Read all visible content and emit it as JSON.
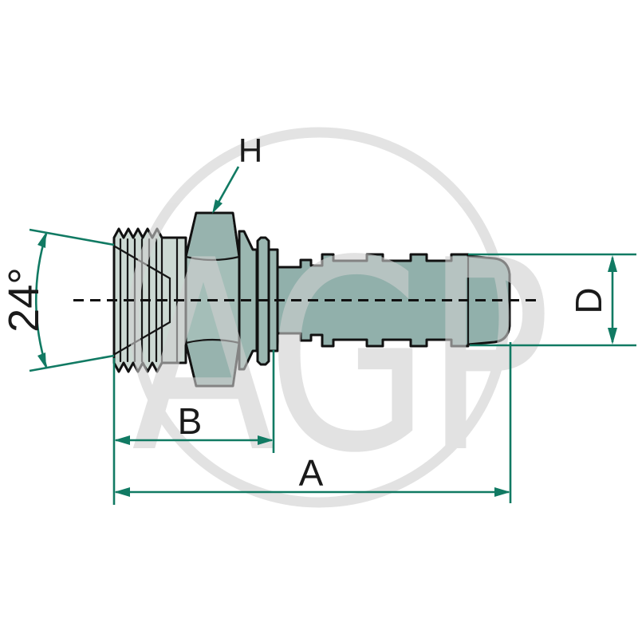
{
  "diagram": {
    "labels": {
      "hex": "H",
      "cone_angle": "24°",
      "diameter": "D",
      "length_b": "B",
      "length_a": "A"
    },
    "watermark": {
      "text": "AGP"
    },
    "colors": {
      "dimension": "#117a63",
      "outline": "#111111",
      "thread_fill": "#ccd9d3",
      "body_fill": "#9bb7b1",
      "hex_mid_fill": "#a4beb8",
      "hex_face_fill": "#97b3ae",
      "barb_fill": "#91b0ab",
      "watermark_gray": "#d0d0d0",
      "background": "#ffffff"
    }
  }
}
